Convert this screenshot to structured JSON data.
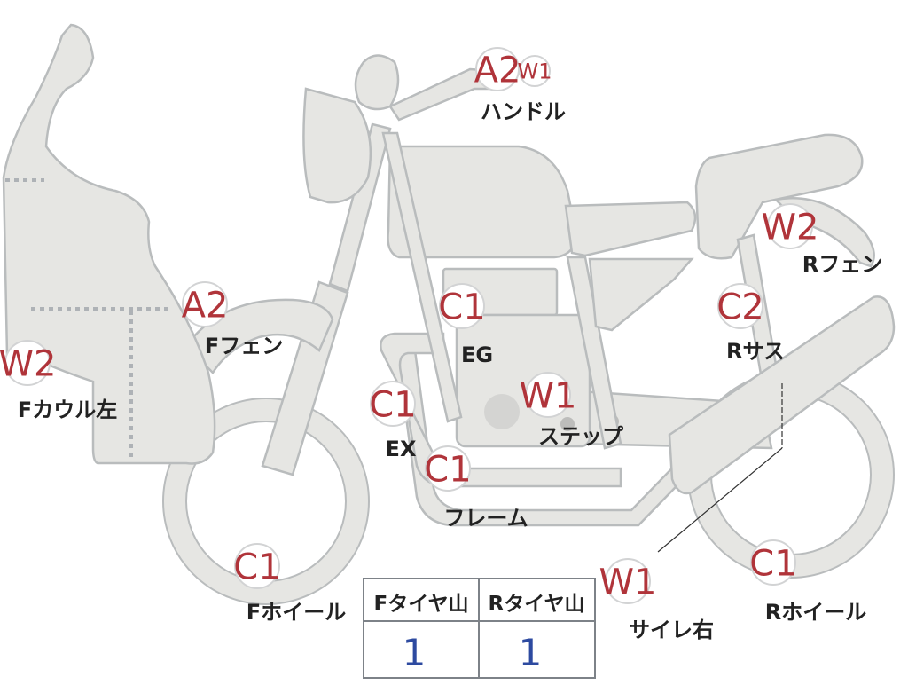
{
  "colors": {
    "part_fill": "#e6e6e3",
    "part_stroke": "#b9bcbd",
    "badge_text": "#b0343a",
    "label_text": "#222222",
    "table_value": "#2d4aa0",
    "table_border": "#7d8288"
  },
  "badges": [
    {
      "id": "handle-main",
      "grade": "A2"
    },
    {
      "id": "handle-sub",
      "grade": "W1"
    },
    {
      "id": "rear-fender",
      "grade": "W2"
    },
    {
      "id": "front-fender",
      "grade": "A2"
    },
    {
      "id": "engine",
      "grade": "C1"
    },
    {
      "id": "rear-suspension",
      "grade": "C2"
    },
    {
      "id": "front-cowl-left",
      "grade": "W2"
    },
    {
      "id": "exhaust",
      "grade": "C1"
    },
    {
      "id": "step",
      "grade": "W1"
    },
    {
      "id": "frame",
      "grade": "C1"
    },
    {
      "id": "front-wheel",
      "grade": "C1"
    },
    {
      "id": "muffler-right",
      "grade": "W1"
    },
    {
      "id": "rear-wheel",
      "grade": "C1"
    }
  ],
  "labels": {
    "handle": "ハンドル",
    "rear_fender": "Rフェン",
    "front_fender": "Fフェン",
    "engine": "EG",
    "rear_suspension": "Rサス",
    "front_cowl_left": "Fカウル左",
    "exhaust": "EX",
    "step": "ステップ",
    "frame": "フレーム",
    "front_wheel": "Fホイール",
    "muffler_right": "サイレ右",
    "rear_wheel": "Rホイール"
  },
  "tire_table": {
    "headers": [
      "Fタイヤ山",
      "Rタイヤ山"
    ],
    "values": [
      "1",
      "1"
    ]
  }
}
